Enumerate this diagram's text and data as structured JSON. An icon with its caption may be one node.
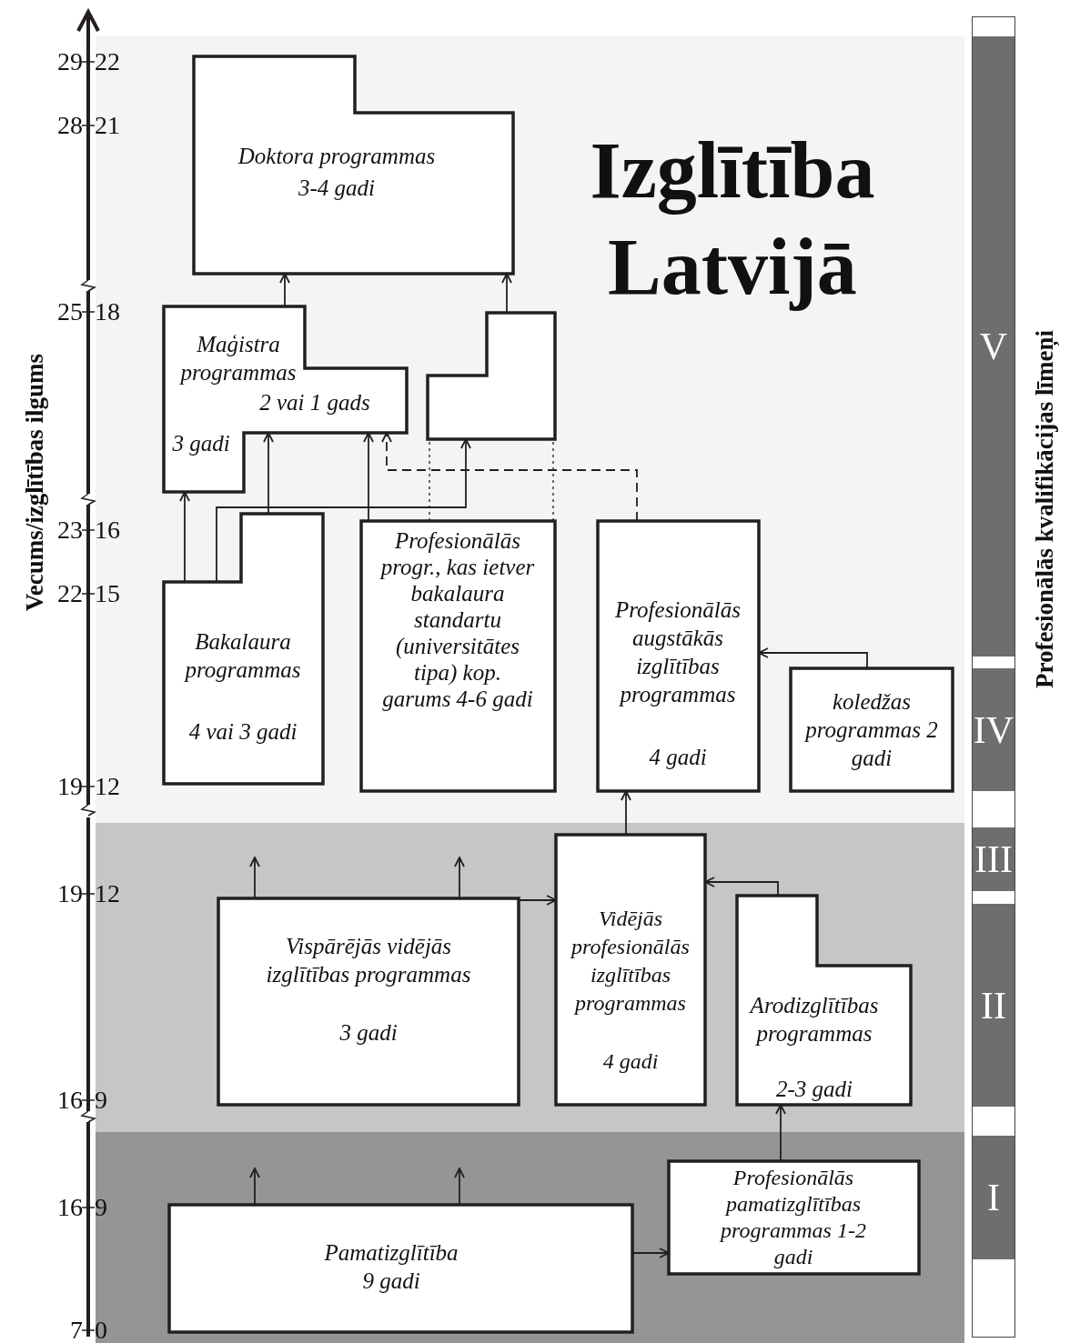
{
  "diagram": {
    "title": "Izglītība Latvijā",
    "nodes": [
      {
        "text": [
          "Doktora programmas",
          "3-4 gadi"
        ]
      },
      {
        "text": [
          "Maģistra programmas",
          "2 vai 1 gads",
          "3 gadi"
        ]
      },
      {
        "text": [],
        "shape": "box"
      },
      {
        "text": [
          "Bakalaura programmas",
          "4 vai 3 gadi"
        ]
      },
      {
        "text": [
          "Profesionālās progr., kas ietver bakalaura standartu (universitātes tipa) kop. garums 4-6 gadi"
        ]
      },
      {
        "text": [
          "Profesionālās augstākās izglītības programmas",
          "4 gadi"
        ]
      },
      {
        "text": [
          "koledžas programmas 2 gadi"
        ]
      },
      {
        "text": [
          "Vispārējās vidējās izglītības programmas",
          "3 gadi"
        ]
      },
      {
        "text": [
          "Vidējās profesionālās izglītības programmas",
          "4 gadi"
        ]
      },
      {
        "text": [
          "Arodizglītības programmas",
          "2-3 gadi"
        ]
      },
      {
        "text": [
          "Pamatizglītība 9 gadi"
        ]
      },
      {
        "text": [
          "Profesionālās pamatizglītības programmas 1-2 gadi"
        ]
      },
      {
        "text": [
          "V"
        ]
      },
      {
        "text": [
          "IV"
        ]
      },
      {
        "text": [
          "III"
        ]
      },
      {
        "text": [
          "II"
        ]
      },
      {
        "text": [
          "I"
        ]
      }
    ],
    "edges": [
      {
        "from": 1,
        "to": 0,
        "arrow": "to"
      },
      {
        "from": 2,
        "to": 0,
        "arrow": "to"
      },
      {
        "from": 3,
        "to": 1,
        "arrow": "to"
      },
      {
        "from": 3,
        "to": 1,
        "arrow": "to"
      },
      {
        "from": 4,
        "to": 1,
        "arrow": "to"
      },
      {
        "from": 3,
        "to": 2,
        "arrow": "to"
      },
      {
        "from": 4,
        "to": 2,
        "arrow": "none",
        "style": "dashed"
      },
      {
        "from": 5,
        "to": 1,
        "arrow": "to",
        "style": "dashed"
      },
      {
        "from": 6,
        "to": 5,
        "arrow": "to"
      },
      {
        "from": 7,
        "to": 8,
        "arrow": "to"
      },
      {
        "from": 8,
        "to": 5,
        "arrow": "to"
      },
      {
        "from": 9,
        "to": 8,
        "arrow": "to"
      },
      {
        "from": 11,
        "to": 9,
        "arrow": "to"
      },
      {
        "from": 10,
        "to": 11,
        "arrow": "to"
      },
      {
        "from": 7,
        "to": null,
        "arrow": "to"
      },
      {
        "from": 7,
        "to": null,
        "arrow": "to"
      },
      {
        "from": 10,
        "to": null,
        "arrow": "to"
      },
      {
        "from": 10,
        "to": null,
        "arrow": "to"
      }
    ],
    "labels": [
      "Vecums/izglītības ilgums",
      "29",
      "22",
      "28",
      "21",
      "25",
      "18",
      "23",
      "16",
      "22",
      "15",
      "19",
      "12",
      "19",
      "12",
      "16",
      "9",
      "16",
      "9",
      "7",
      "0",
      "Profesionālās kvalifikācijas līmeņi"
    ]
  }
}
